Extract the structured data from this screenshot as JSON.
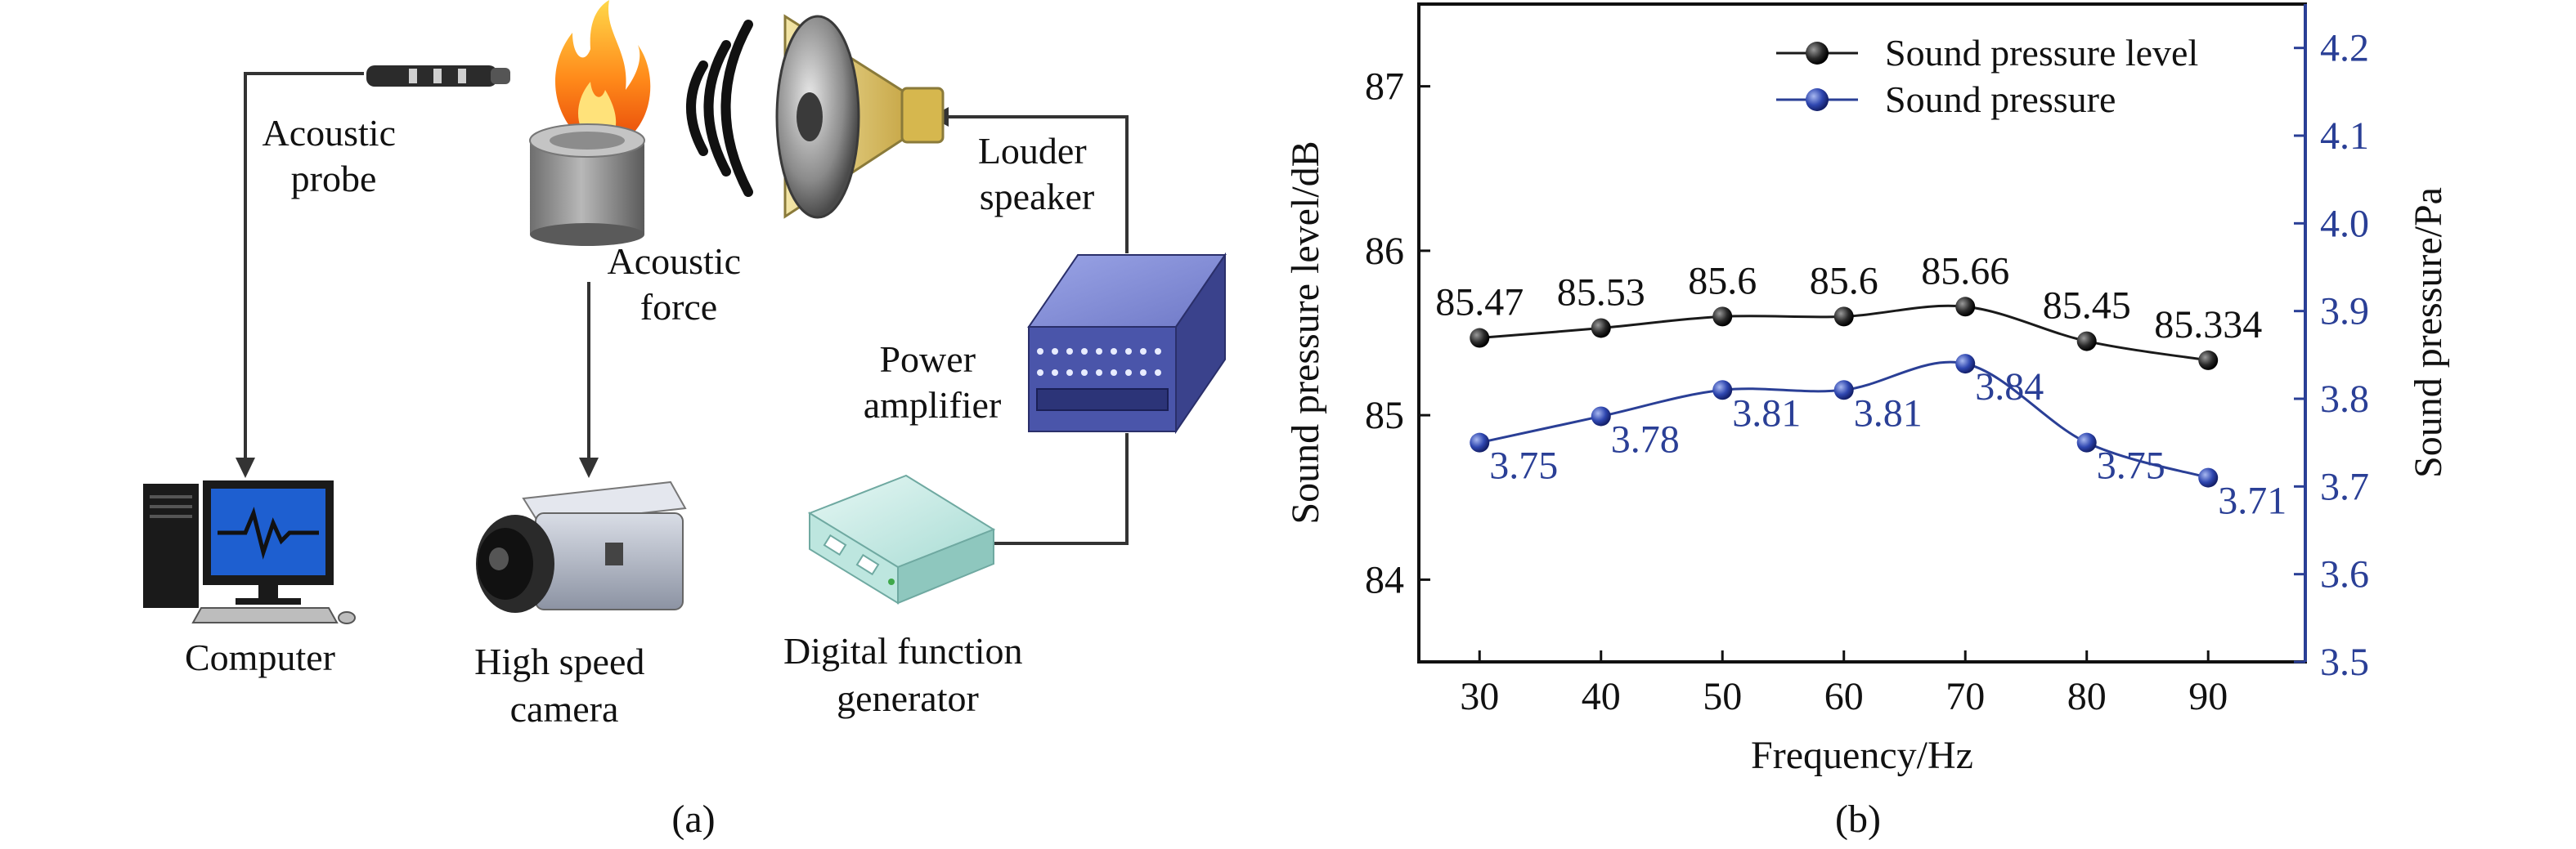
{
  "panel_a": {
    "caption": "(a)",
    "labels": {
      "acoustic_probe": [
        "Acoustic",
        "probe"
      ],
      "acoustic_force": [
        "Acoustic",
        "force"
      ],
      "louder_speaker": [
        "Louder",
        "speaker"
      ],
      "power_amplifier": [
        "Power",
        "amplifier"
      ],
      "computer": [
        "Computer"
      ],
      "high_speed_camera": [
        "High speed",
        "camera"
      ],
      "digital_function_generator": [
        "Digital function",
        "generator"
      ]
    }
  },
  "panel_b": {
    "caption": "(b)"
  },
  "colors": {
    "spl": "#1a1a1a",
    "sp": "#2a3f96",
    "axis_right": "#2a3f96"
  },
  "chart_data": {
    "type": "line",
    "x": [
      30,
      40,
      50,
      60,
      70,
      80,
      90
    ],
    "xticks": [
      30,
      40,
      50,
      60,
      70,
      80,
      90
    ],
    "xlabel": "Frequency/Hz",
    "xlim": [
      25,
      98
    ],
    "ylabel": "Sound pressure level/dB",
    "ylim": [
      83.5,
      87.5
    ],
    "yticks": [
      84,
      85,
      86,
      87
    ],
    "y2label": "Sound pressure/Pa",
    "y2lim": [
      3.5,
      4.25
    ],
    "y2ticks": [
      "3.5",
      "3.6",
      "3.7",
      "3.8",
      "3.9",
      "4.0",
      "4.1",
      "4.2"
    ],
    "legend_position": "top-right",
    "series": [
      {
        "name": "Sound pressure level",
        "axis": "left",
        "values": [
          85.47,
          85.53,
          85.6,
          85.6,
          85.66,
          85.45,
          85.334
        ],
        "labels": [
          "85.47",
          "85.53",
          "85.6",
          "85.6",
          "85.66",
          "85.45",
          "85.334"
        ]
      },
      {
        "name": "Sound pressure",
        "axis": "right",
        "values": [
          3.75,
          3.78,
          3.81,
          3.81,
          3.84,
          3.75,
          3.71
        ],
        "labels": [
          "3.75",
          "3.78",
          "3.81",
          "3.81",
          "3.84",
          "3.75",
          "3.71"
        ]
      }
    ]
  }
}
